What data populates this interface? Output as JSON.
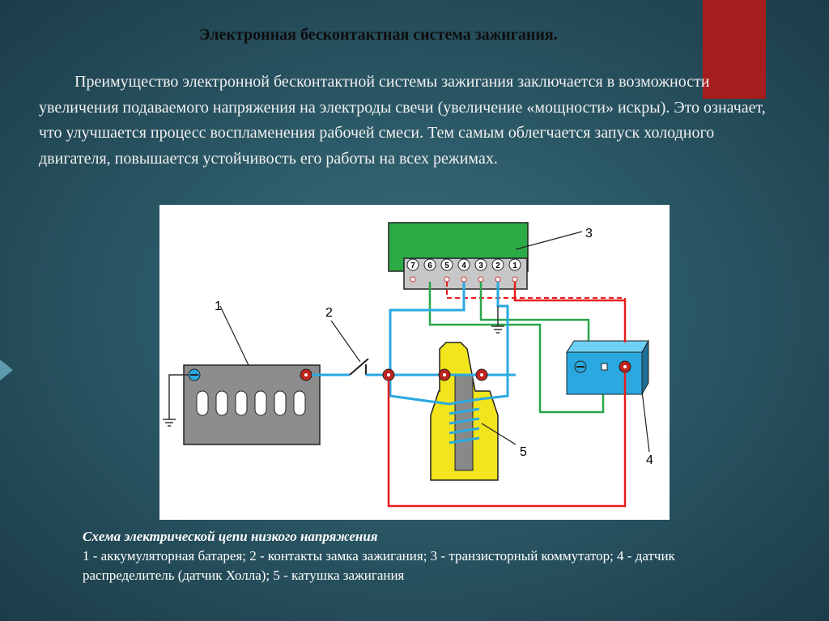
{
  "slide": {
    "title": "Электронная бесконтактная система зажигания.",
    "body": "Преимущество электронной бесконтактной системы зажигания заключается в возможности увеличения подаваемого напряжения на электроды свечи (увеличение «мощности» искры). Это означает, что улучшается процесс воспламенения рабочей смеси. Тем самым облегчается запуск холодного двигателя, повышается устойчивость его работы на всех режимах."
  },
  "diagram": {
    "callouts": {
      "battery": "1",
      "switch": "2",
      "commutator": "3",
      "hall_sensor": "4",
      "coil": "5"
    },
    "terminals": [
      "7",
      "6",
      "5",
      "4",
      "3",
      "2",
      "1"
    ],
    "wire_colors": {
      "red": "#e81c1c",
      "blue": "#2aa8e0",
      "green": "#28a64a",
      "ground": "#333333"
    }
  },
  "caption": {
    "heading": "Схема электрической цепи низкого напряжения",
    "text": "1 - аккумуляторная батарея; 2 - контакты замка зажигания; 3 - транзисторный коммутатор; 4 - датчик распределитель (датчик Холла); 5 - катушка зажигания"
  },
  "colors": {
    "accent": "#a61d1d",
    "background": "#2b5866"
  }
}
